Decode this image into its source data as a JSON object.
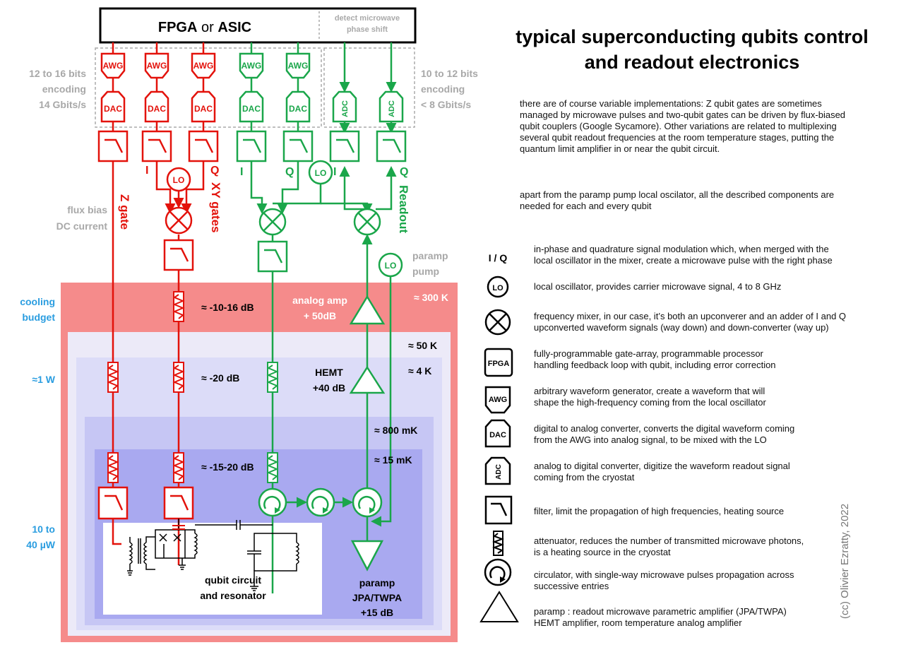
{
  "title": "typical superconducting qubits control and readout electronics",
  "intro": [
    "there are of course variable implementations: Z qubit gates are sometimes managed by microwave pulses and two-qubit gates can be driven by flux-biased qubit couplers (Google Sycamore). Other variations are related to multiplexing several qubit readout frequencies at the room temperature stages, putting the quantum limit amplifier in or near the qubit circuit.",
    "apart from the paramp pump local oscilator, all the described components are needed for each and every qubit"
  ],
  "colors": {
    "control": "#e3120b",
    "readout": "#1aa64a",
    "stage_300k": "#f58b8b",
    "stage_50k": "#eceaf8",
    "stage_4k": "#dcdcf8",
    "stage_800mk": "#c6c6f4",
    "stage_15mk": "#a9a9f0",
    "cyan": "#2a9de0",
    "gray": "#a8a8a8"
  },
  "diagram": {
    "processor": {
      "main": "FPGA",
      "or": " or ",
      "alt": "ASIC",
      "note_line1": "detect microwave",
      "note_line2": "phase shift"
    },
    "encoding_left": [
      "12 to 16 bits",
      "encoding",
      "14 Gbits/s"
    ],
    "encoding_right": [
      "10 to 12 bits",
      "encoding",
      "< 8 Gbits/s"
    ],
    "block_labels": {
      "awg": "AWG",
      "dac": "DAC",
      "adc": "ADC",
      "lo": "LO"
    },
    "iq": {
      "i": "I",
      "q": "Q"
    },
    "z_gate": "Z gate",
    "xy_gates": "XY gates",
    "readout": "Readout",
    "flux_bias": [
      "flux bias",
      "DC current"
    ],
    "paramp_pump": [
      "paramp",
      "pump"
    ],
    "cooling_budget": [
      "cooling",
      "budget"
    ],
    "budget_1w": "≈1 W",
    "budget_uw": [
      "10 to",
      "40 µW"
    ],
    "attenuation": [
      "≈ -10-16 dB",
      "≈ -20 dB",
      "≈ -15-20 dB"
    ],
    "analog_amp": [
      "analog amp",
      "+ 50dB"
    ],
    "hemt": [
      "HEMT",
      "+40 dB"
    ],
    "paramp": [
      "paramp",
      "JPA/TWPA",
      "+15 dB"
    ],
    "qubit_label": [
      "qubit circuit",
      "and resonator"
    ],
    "temperatures": [
      "≈ 300 K",
      "≈ 50 K",
      "≈ 4 K",
      "≈ 800 mK",
      "≈ 15 mK"
    ]
  },
  "legend": [
    {
      "icon": "iq-symbol-icon",
      "symbol": "I / Q",
      "lines": [
        "in-phase and quadrature signal modulation which, when merged with the",
        "local oscillator in the mixer, create a microwave pulse with the right phase"
      ]
    },
    {
      "icon": "local-oscillator-icon",
      "symbol": "LO",
      "lines": [
        "local oscillator, provides carrier microwave signal, 4 to 8 GHz"
      ]
    },
    {
      "icon": "mixer-icon",
      "symbol": "",
      "lines": [
        "frequency mixer, in our case, it’s both an upconverer and an adder of I and Q",
        "upconverted waveform signals (way down) and down-converter (way up)"
      ]
    },
    {
      "icon": "fpga-icon",
      "symbol": "FPGA",
      "lines": [
        "fully-programmable gate-array, programmable processor",
        "handling feedback loop with qubit, including error correction"
      ]
    },
    {
      "icon": "awg-icon",
      "symbol": "AWG",
      "lines": [
        "arbitrary waveform generator, create a waveform that will",
        "shape the high-frequency coming from the local oscillator"
      ]
    },
    {
      "icon": "dac-icon",
      "symbol": "DAC",
      "lines": [
        "digital to analog converter, converts the digital waveform coming",
        "from the AWG into analog signal, to be mixed with the LO"
      ]
    },
    {
      "icon": "adc-icon",
      "symbol": "ADC",
      "lines": [
        "analog to digital converter, digitize the waveform readout signal",
        "coming from the cryostat"
      ]
    },
    {
      "icon": "filter-icon",
      "symbol": "",
      "lines": [
        "filter, limit the propagation of high frequencies, heating source"
      ]
    },
    {
      "icon": "attenuator-icon",
      "symbol": "",
      "lines": [
        "attenuator, reduces the number of transmitted microwave photons,",
        "is a heating source in the cryostat"
      ]
    },
    {
      "icon": "circulator-icon",
      "symbol": "",
      "lines": [
        "circulator, with single-way microwave pulses propagation across",
        "successive entries"
      ]
    },
    {
      "icon": "amplifier-icon",
      "symbol": "",
      "lines": [
        "paramp : readout microwave parametric amplifier (JPA/TWPA)",
        "HEMT amplifier, room temperature analog amplifier"
      ]
    }
  ],
  "credit": "(cc) Olivier Ezratty, 2022"
}
